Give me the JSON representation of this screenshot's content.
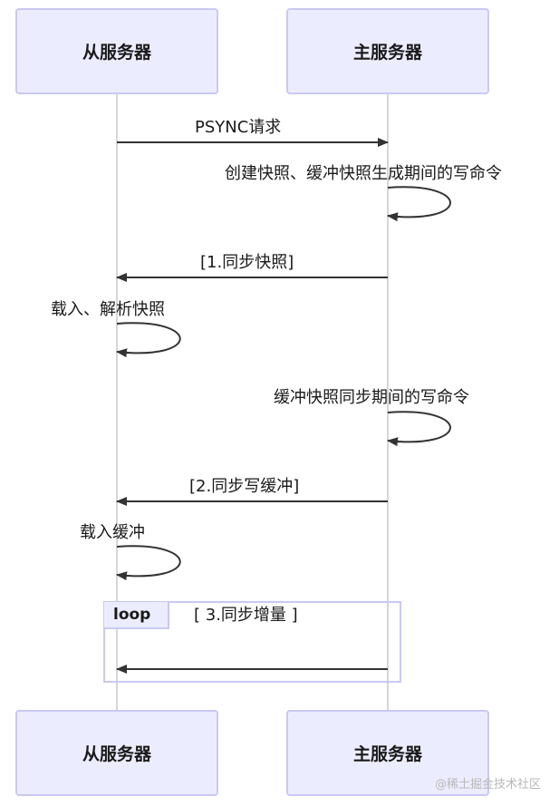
{
  "actors": {
    "slave": "从服务器",
    "master": "主服务器"
  },
  "messages": {
    "psync": "PSYNC请求",
    "snapshot_self": "创建快照、缓冲快照生成期间的写命令",
    "sync_snapshot": "[1.同步快照]",
    "load_snapshot": "载入、解析快照",
    "buffer_writes": "缓冲快照同步期间的写命令",
    "sync_buffer": "[2.同步写缓冲]",
    "load_buffer": "载入缓冲"
  },
  "loop": {
    "label": "loop",
    "condition": "[ 3.同步增量 ]"
  },
  "watermark": "@稀土掘金技术社区",
  "colors": {
    "actor_fill": "#ececff",
    "actor_border": "#c9c9f3",
    "line": "#333333",
    "lifeline": "#c8c8c8"
  }
}
